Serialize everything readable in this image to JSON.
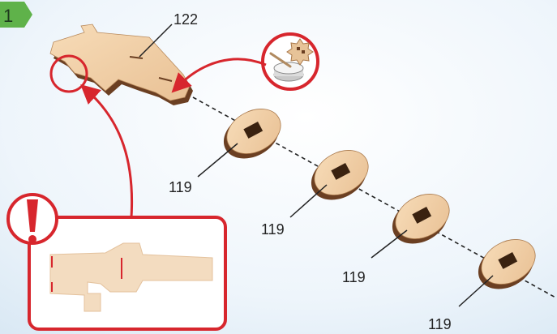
{
  "step": {
    "number": "1"
  },
  "parts": {
    "frame": {
      "label": "122"
    },
    "discs": [
      {
        "label": "119"
      },
      {
        "label": "119"
      },
      {
        "label": "119"
      },
      {
        "label": "119"
      }
    ]
  },
  "callouts": {
    "glue": {
      "icon": "glue-pot-icon"
    },
    "warning": {
      "icon": "exclamation-icon"
    }
  },
  "colors": {
    "accent": "#d7262d",
    "step_badge": "#5fb24a",
    "wood_light": "#f2d3ab",
    "wood_dark": "#6b3f22"
  }
}
